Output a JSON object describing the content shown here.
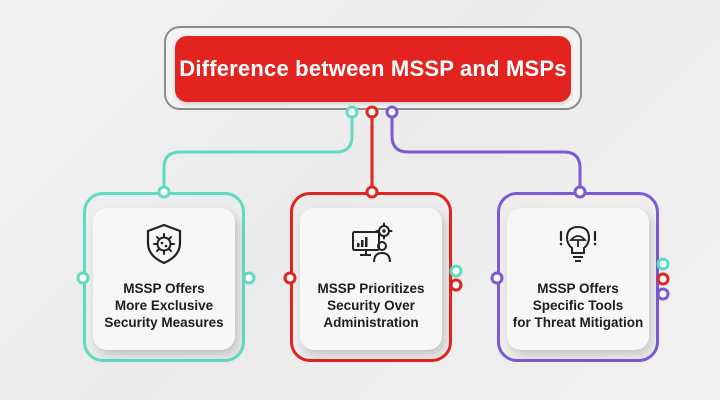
{
  "title": "Difference between MSSP and MSPs",
  "colors": {
    "accent_red": "#e3231f",
    "teal": "#5fdcc0",
    "red": "#e0251f",
    "purple": "#7b5ad6",
    "frame_gray": "#8d8d8d"
  },
  "cards": [
    {
      "label_lines": [
        "MSSP Offers",
        "More Exclusive",
        "Security Measures"
      ],
      "icon": "shield-virus-icon",
      "color": "#5fdcc0"
    },
    {
      "label_lines": [
        "MSSP Prioritizes",
        "Security Over",
        "Administration"
      ],
      "icon": "admin-monitor-gear-icon",
      "color": "#e0251f"
    },
    {
      "label_lines": [
        "MSSP Offers",
        "Specific Tools",
        "for Threat Mitigation"
      ],
      "icon": "bulb-umbrella-icon",
      "color": "#7b5ad6"
    }
  ]
}
